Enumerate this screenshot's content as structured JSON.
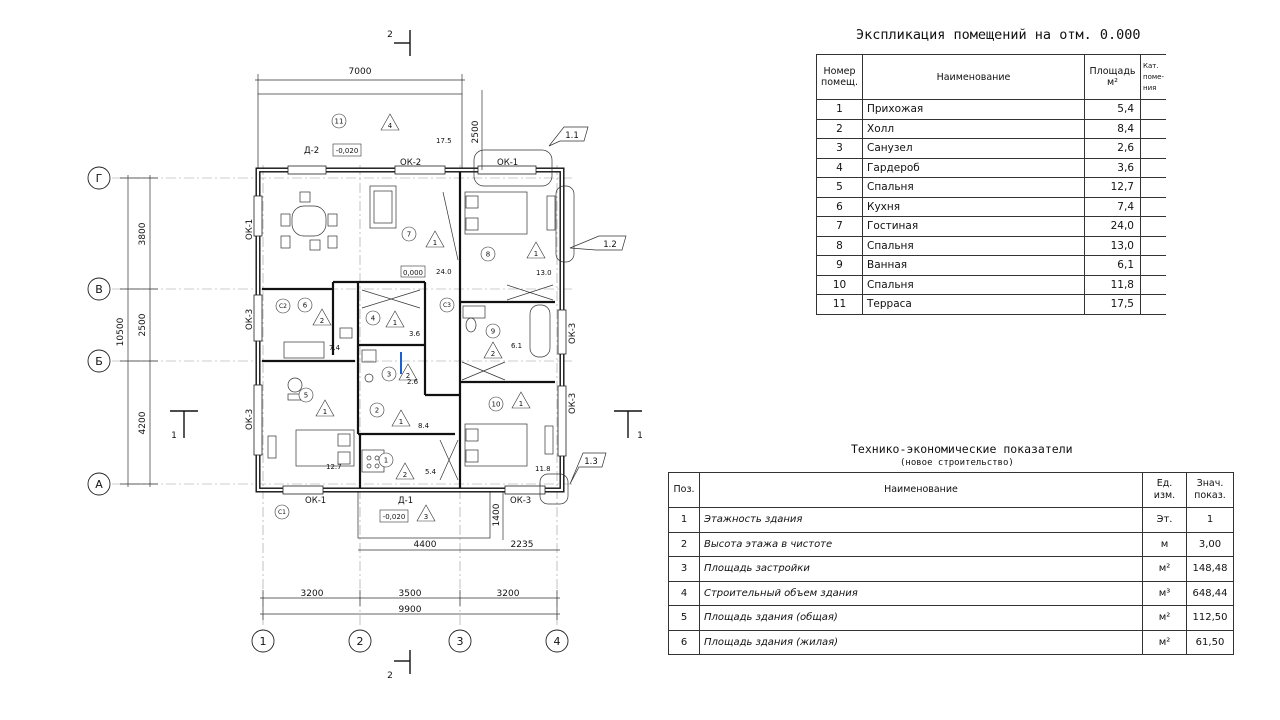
{
  "explication": {
    "title": "Экспликация помещений на отм. 0.000",
    "headers": {
      "num": "Номер помещ.",
      "name": "Наименование",
      "area": "Площадь м²",
      "cat": "Кат. поме- ния"
    },
    "rows": [
      {
        "num": "1",
        "name": "Прихожая",
        "area": "5,4"
      },
      {
        "num": "2",
        "name": "Холл",
        "area": "8,4"
      },
      {
        "num": "3",
        "name": "Санузел",
        "area": "2,6"
      },
      {
        "num": "4",
        "name": "Гардероб",
        "area": "3,6"
      },
      {
        "num": "5",
        "name": "Спальня",
        "area": "12,7"
      },
      {
        "num": "6",
        "name": "Кухня",
        "area": "7,4"
      },
      {
        "num": "7",
        "name": "Гостиная",
        "area": "24,0"
      },
      {
        "num": "8",
        "name": "Спальня",
        "area": "13,0"
      },
      {
        "num": "9",
        "name": "Ванная",
        "area": "6,1"
      },
      {
        "num": "10",
        "name": "Спальня",
        "area": "11,8"
      },
      {
        "num": "11",
        "name": "Терраса",
        "area": "17,5"
      }
    ]
  },
  "tep": {
    "title": "Технико-экономические показатели",
    "subtitle": "(новое строительство)",
    "headers": {
      "pos": "Поз.",
      "name": "Наименование",
      "unit": "Ед. изм.",
      "value": "Знач. показ."
    },
    "rows": [
      {
        "pos": "1",
        "name": "Этажность здания",
        "unit": "Эт.",
        "value": "1"
      },
      {
        "pos": "2",
        "name": "Высота этажа в чистоте",
        "unit": "м",
        "value": "3,00"
      },
      {
        "pos": "3",
        "name": "Площадь застройки",
        "unit": "м²",
        "value": "148,48"
      },
      {
        "pos": "4",
        "name": "Строительный объем здания",
        "unit": "м³",
        "value": "648,44"
      },
      {
        "pos": "5",
        "name": "Площадь здания (общая)",
        "unit": "м²",
        "value": "112,50"
      },
      {
        "pos": "6",
        "name": "Площадь здания (жилая)",
        "unit": "м²",
        "value": "61,50"
      }
    ]
  },
  "plan": {
    "axes_letters": [
      "Г",
      "В",
      "Б",
      "А"
    ],
    "axes_numbers": [
      "1",
      "2",
      "3",
      "4"
    ],
    "dims": {
      "top": "7000",
      "terrace_depth": "2500",
      "left_total": "10500",
      "left_1": "3800",
      "left_2": "2500",
      "left_3": "4200",
      "bottom_1": "3200",
      "bottom_2": "3500",
      "bottom_3": "3200",
      "bottom_total": "9900",
      "porch_w": "4400",
      "porch_right": "2235",
      "porch_d": "1400"
    },
    "section_mark": "2",
    "section_mark_side": "1",
    "windows": {
      "ok1": "ОК-1",
      "ok2": "ОК-2",
      "ok3": "ОК-3"
    },
    "doors": {
      "d1": "Д-1",
      "d2": "Д-2"
    },
    "levels": {
      "terrace": "-0,020",
      "floor": "0,000",
      "porch": "-0,020"
    },
    "callouts": [
      "1.1",
      "1.2",
      "1.3"
    ],
    "cabinets": [
      "C1",
      "C2",
      "C3"
    ],
    "rooms": [
      {
        "num": "1",
        "cat": "2",
        "area": "5.4"
      },
      {
        "num": "2",
        "cat": "1",
        "area": "8.4"
      },
      {
        "num": "3",
        "cat": "2",
        "area": "2.6"
      },
      {
        "num": "4",
        "cat": "1",
        "area": "3.6"
      },
      {
        "num": "5",
        "cat": "1",
        "area": "12.7"
      },
      {
        "num": "6",
        "cat": "2",
        "area": "7.4"
      },
      {
        "num": "7",
        "cat": "1",
        "area": "24.0"
      },
      {
        "num": "8",
        "cat": "1",
        "area": "13.0"
      },
      {
        "num": "9",
        "cat": "2",
        "area": "6.1"
      },
      {
        "num": "10",
        "cat": "1",
        "area": "11.8"
      },
      {
        "num": "11",
        "cat": "4",
        "area": "17.5"
      },
      {
        "cat": "3"
      }
    ]
  }
}
